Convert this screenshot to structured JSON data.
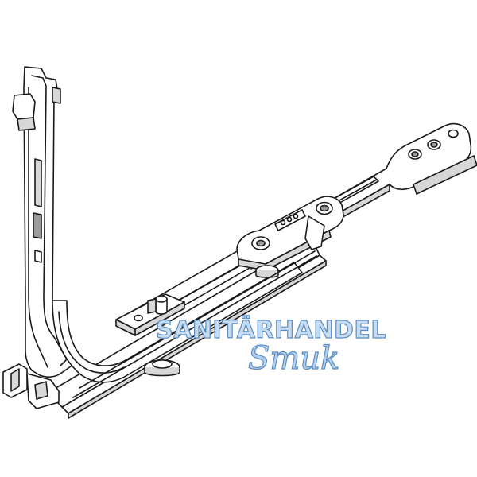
{
  "product": {
    "name": "window-tilt-and-turn-stay-arm",
    "colors": {
      "outline": "#1a1a1a",
      "fill": "#ffffff",
      "shade": "#d7d7d7",
      "dark_shade": "#9a9a9a"
    }
  },
  "watermark": {
    "line1": "SANITÄRHANDEL",
    "line2": "Smuk",
    "color": "#5a8ec4"
  }
}
